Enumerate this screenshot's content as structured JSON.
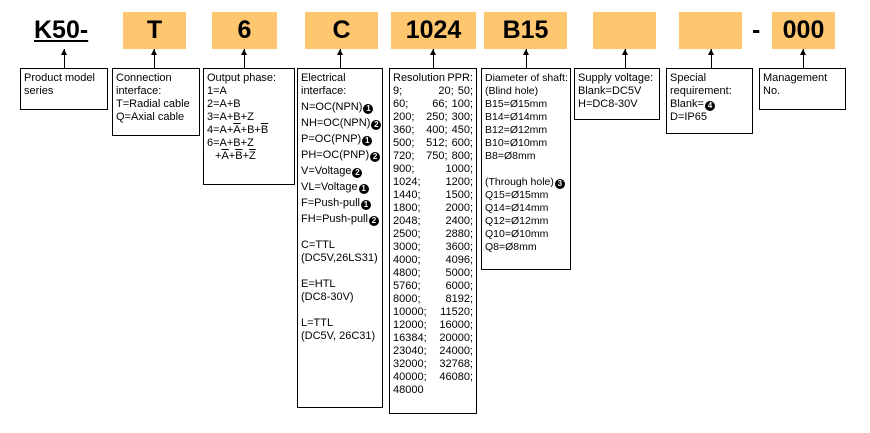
{
  "codes": {
    "model": "K50-",
    "connection": "T",
    "phase": "6",
    "electrical": "C",
    "resolution": "1024",
    "shaft": "B15",
    "supply": "",
    "special": "",
    "dash": "-",
    "management": "000"
  },
  "colors": {
    "code_fill": "#fdc66f",
    "box_border": "#000000"
  },
  "product_model": {
    "lines": [
      "Product model",
      "series"
    ]
  },
  "connection": {
    "lines": [
      "Connection",
      "interface:",
      "T=Radial cable",
      "Q=Axial cable"
    ]
  },
  "phase": {
    "title": "Output phase:",
    "items": [
      "1=A",
      "2=A+B",
      "3=A+B+Z",
      "4=A+",
      "A",
      "+B+",
      "B",
      "6=A+B+Z",
      "+",
      "A",
      "+",
      "B",
      "+",
      "Z"
    ]
  },
  "electrical": {
    "title1": "Electrical",
    "title2": "interface:",
    "options": [
      {
        "text": "N=OC(NPN)",
        "mark": "1"
      },
      {
        "text": "NH=OC(NPN)",
        "mark": "2"
      },
      {
        "text": "P=OC(PNP)",
        "mark": "1"
      },
      {
        "text": "PH=OC(PNP)",
        "mark": "2"
      },
      {
        "text": "V=Voltage",
        "mark": "2"
      },
      {
        "text": "VL=Voltage",
        "mark": "1"
      },
      {
        "text": "F=Push-pull",
        "mark": "1"
      },
      {
        "text": "FH=Push-pull",
        "mark": "2"
      }
    ],
    "c1": "C=TTL",
    "c2": "(DC5V,26LS31)",
    "e1": "E=HTL",
    "e2": "(DC8-30V)",
    "l1": "L=TTL",
    "l2": "(DC5V, 26C31)"
  },
  "resolution": {
    "header_left": "Resolution",
    "header_right": "PPR:",
    "rows": [
      [
        "9;",
        "20;",
        "50;"
      ],
      [
        "60;",
        "66;",
        "100;"
      ],
      [
        "200;",
        "250;",
        "300;"
      ],
      [
        "360;",
        "400;",
        "450;"
      ],
      [
        "500;",
        "512;",
        "600;"
      ],
      [
        "720;",
        "750;",
        "800;"
      ],
      [
        "900;",
        "",
        "1000;"
      ],
      [
        "1024;",
        "",
        "1200;"
      ],
      [
        "1440;",
        "",
        "1500;"
      ],
      [
        "1800;",
        "",
        "2000;"
      ],
      [
        "2048;",
        "",
        "2400;"
      ],
      [
        "2500;",
        "",
        "2880;"
      ],
      [
        "3000;",
        "",
        "3600;"
      ],
      [
        "4000;",
        "",
        "4096;"
      ],
      [
        "4800;",
        "",
        "5000;"
      ],
      [
        "5760;",
        "",
        "6000;"
      ],
      [
        "8000;",
        "",
        "8192;"
      ],
      [
        "10000;",
        "",
        "11520;"
      ],
      [
        "12000;",
        "",
        "16000;"
      ],
      [
        "16384;",
        "",
        "20000;"
      ],
      [
        "23040;",
        "",
        "24000;"
      ],
      [
        "32000;",
        "",
        "32768;"
      ],
      [
        "40000;",
        "",
        "46080;"
      ],
      [
        "48000",
        "",
        ""
      ]
    ]
  },
  "shaft": {
    "title": "Diameter of shaft:",
    "blind": "(Blind hole)",
    "blind_items": [
      "B15=Ø15mm",
      "B14=Ø14mm",
      "B12=Ø12mm",
      "B10=Ø10mm",
      "B8=Ø8mm"
    ],
    "through": "(Through hole)",
    "through_mark": "3",
    "through_items": [
      "Q15=Ø15mm",
      "Q14=Ø14mm",
      "Q12=Ø12mm",
      "Q10=Ø10mm",
      "Q8=Ø8mm"
    ]
  },
  "supply": {
    "lines": [
      "Supply voltage:",
      "Blank=DC5V",
      "H=DC8-30V"
    ]
  },
  "special": {
    "l1": "Special",
    "l2": "requirement:",
    "l3": "Blank=",
    "l3_mark": "4",
    "l4": "D=IP65"
  },
  "management": {
    "lines": [
      "Management",
      "No."
    ]
  }
}
